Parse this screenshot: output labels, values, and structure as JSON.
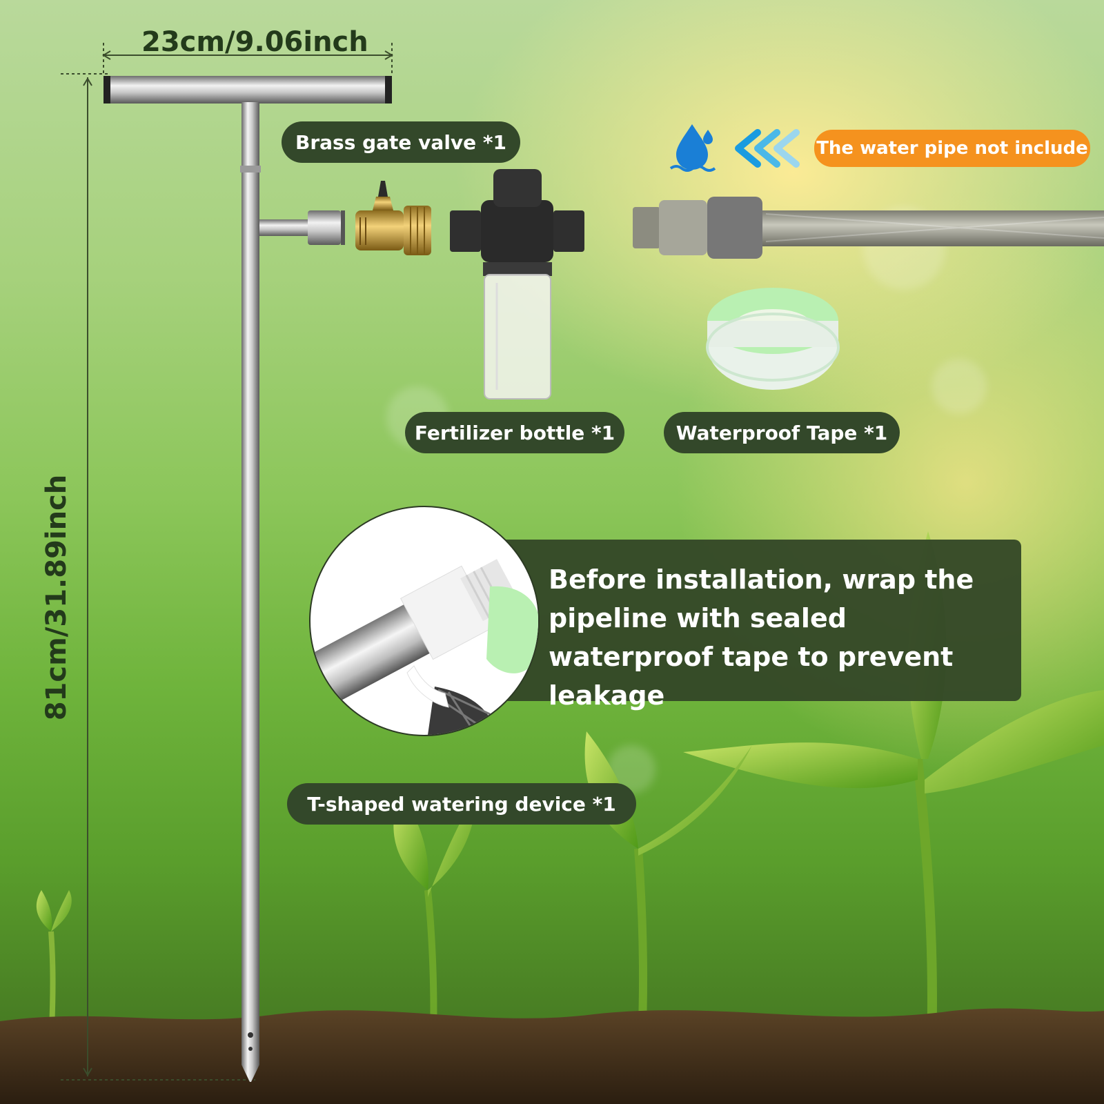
{
  "dimensions": {
    "width_label": "23cm/9.06inch",
    "height_label": "81cm/31.89inch"
  },
  "labels": {
    "brass_valve": "Brass gate valve *1",
    "fertilizer_bottle": "Fertilizer bottle *1",
    "waterproof_tape": "Waterproof Tape *1",
    "t_device": "T-shaped watering device *1",
    "water_pipe_note": "The water pipe not include"
  },
  "info": {
    "text": "Before installation, wrap the pipeline with sealed waterproof tape to prevent leakage"
  },
  "icons": [
    "water-drop-icon",
    "triple-chevron-left-icon"
  ],
  "colors": {
    "label_bg": "#33482a",
    "note_bg": "#f5921e",
    "water_icon": "#1a7fd6",
    "chevron": "#1a9be0"
  }
}
